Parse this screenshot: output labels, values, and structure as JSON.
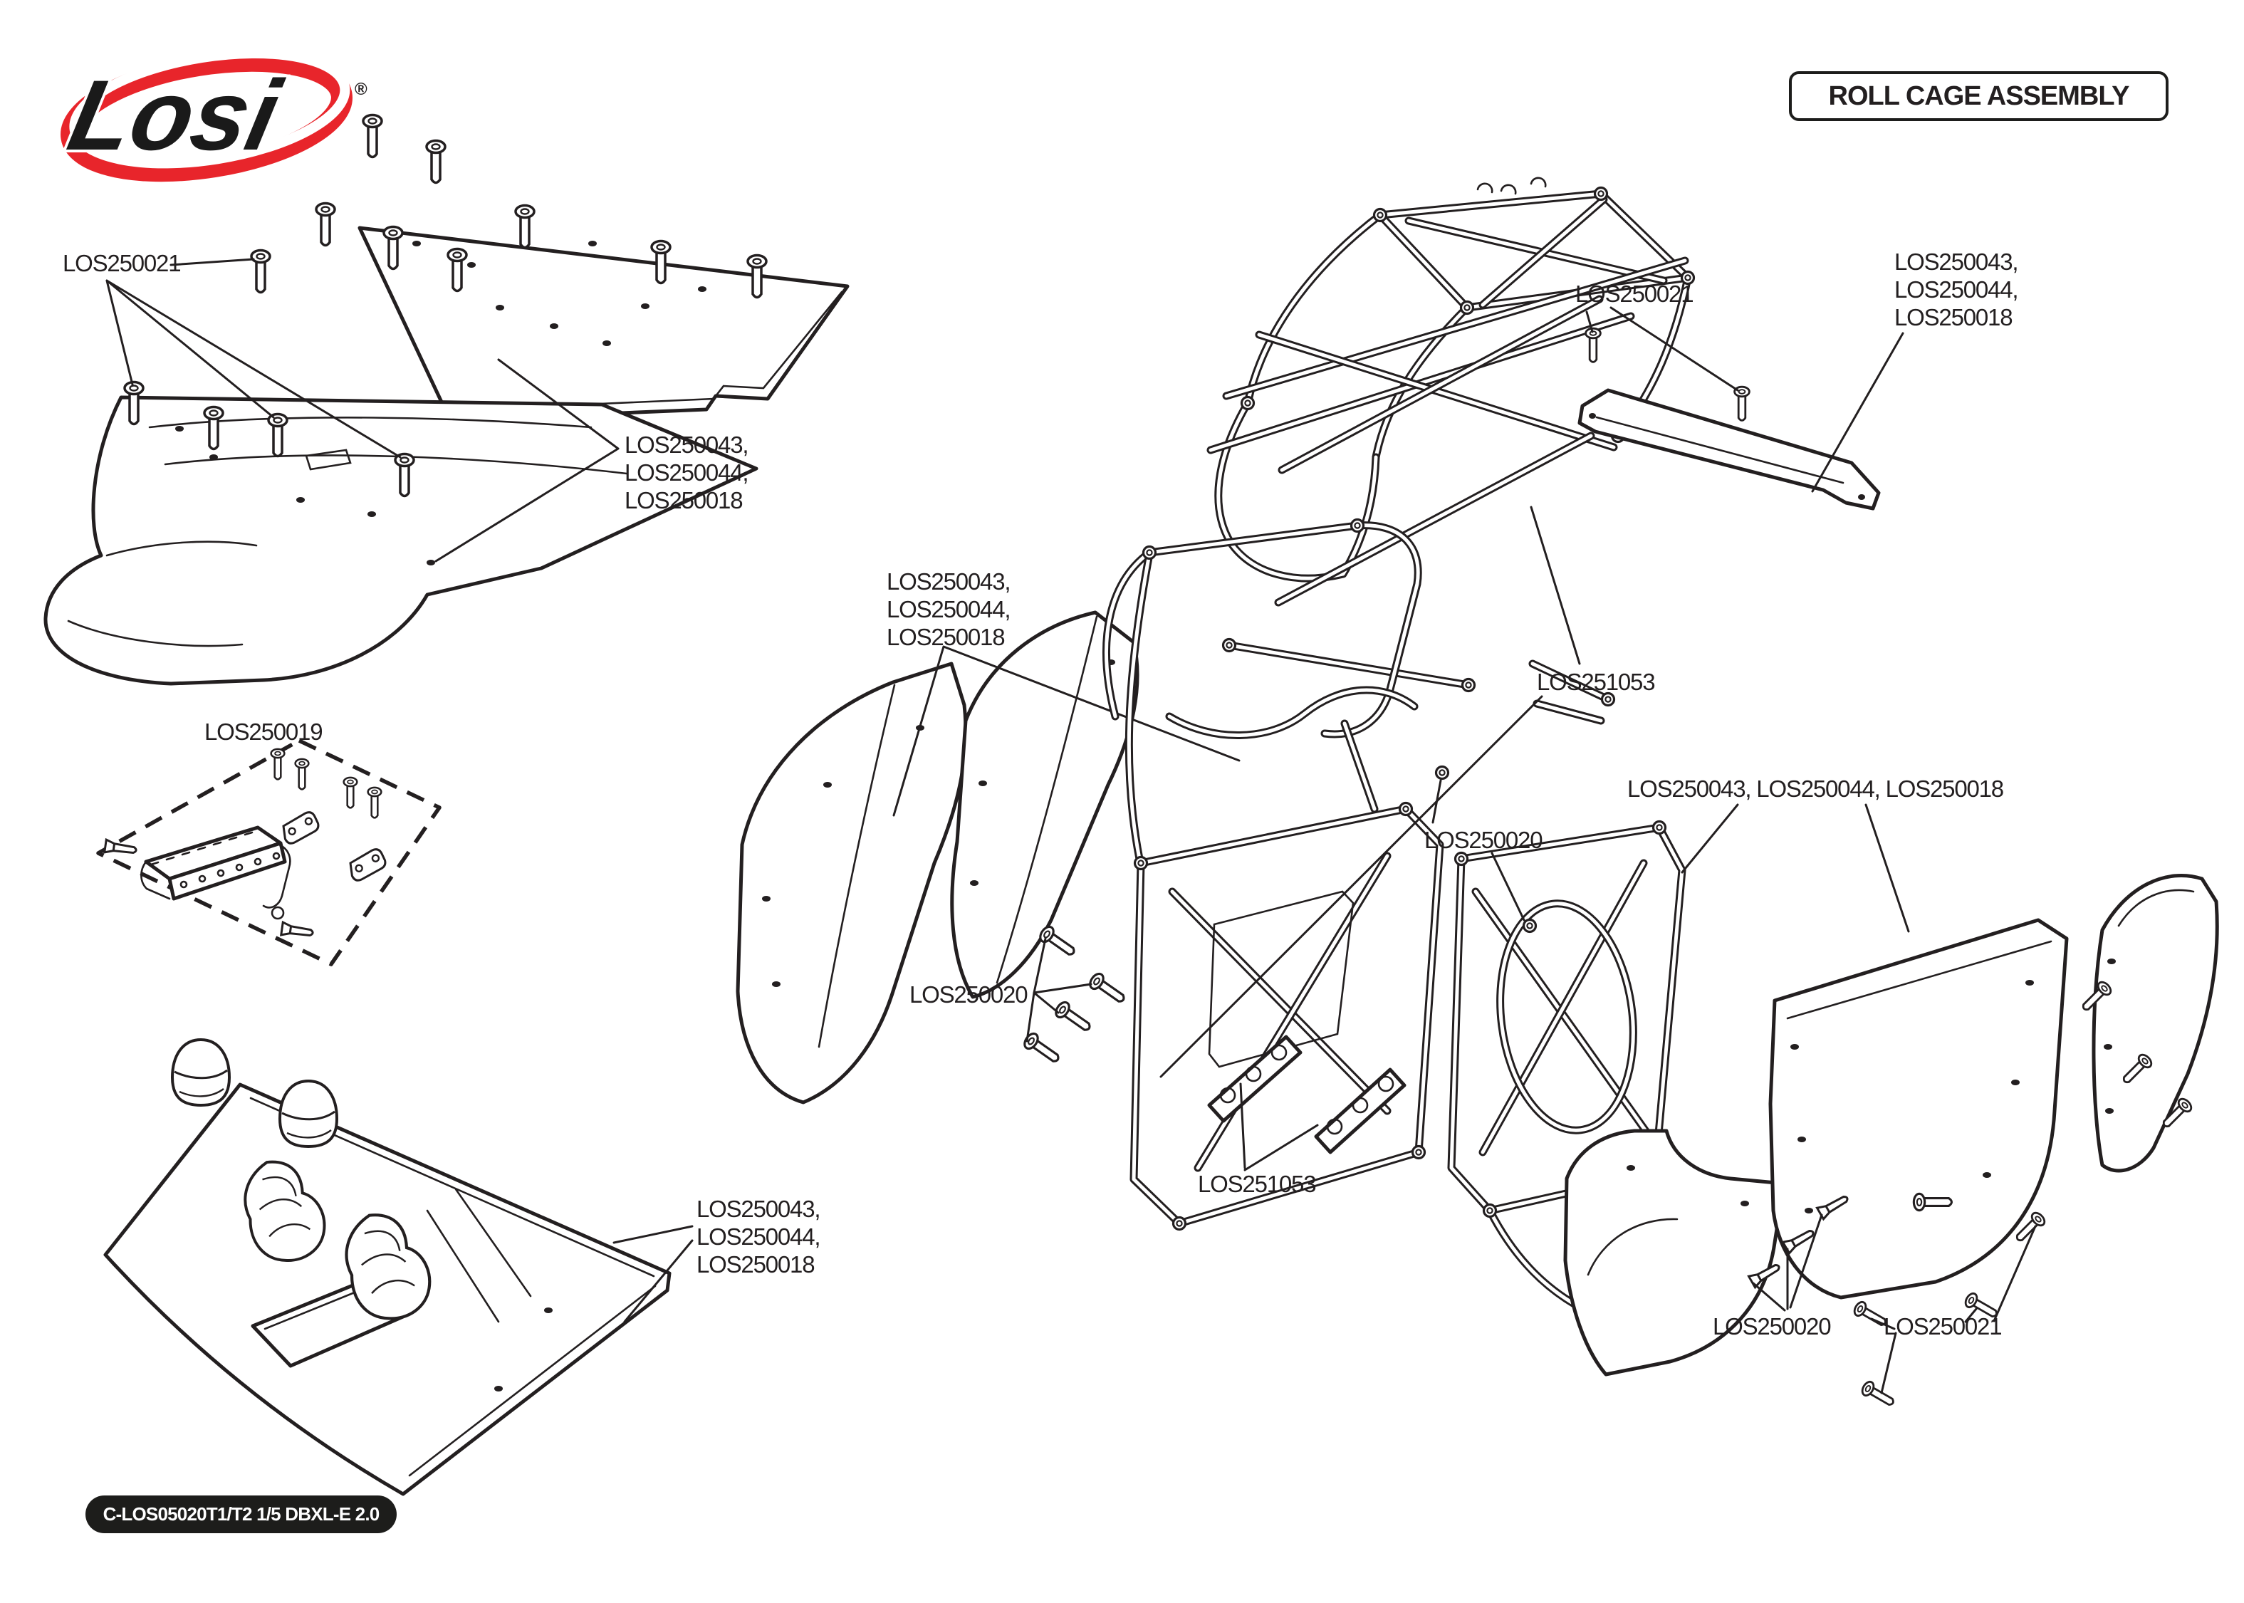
{
  "logo": {
    "brand": "Losi",
    "registered": "®"
  },
  "title": "ROLL CAGE ASSEMBLY",
  "footer": "C-LOS05020T1/T2 1/5 DBXL-E 2.0",
  "colors": {
    "ink": "#231f20",
    "brand_red": "#e8252b"
  },
  "labels": [
    {
      "id": "top-left-screws",
      "text": "LOS250021"
    },
    {
      "id": "left-panel-set",
      "text": "LOS250043,\nLOS250044,\nLOS250018"
    },
    {
      "id": "light-bar-kit",
      "text": "LOS250019"
    },
    {
      "id": "interior-set",
      "text": "LOS250043,\nLOS250044,\nLOS250018"
    },
    {
      "id": "center-panel-set",
      "text": "LOS250043,\nLOS250044,\nLOS250018"
    },
    {
      "id": "cage-rail-top",
      "text": "LOS251053"
    },
    {
      "id": "center-screws",
      "text": "LOS250020"
    },
    {
      "id": "right-panel-set",
      "text": "LOS250043, LOS250044, LOS250018"
    },
    {
      "id": "mid-screws",
      "text": "LOS250020"
    },
    {
      "id": "cage-rail-bottom",
      "text": "LOS251053"
    },
    {
      "id": "rear-plate-screws",
      "text": "LOS250021"
    },
    {
      "id": "rear-plate-set",
      "text": "LOS250043,\nLOS250044,\nLOS250018"
    },
    {
      "id": "bottom-right-screws-a",
      "text": "LOS250020"
    },
    {
      "id": "bottom-right-screws-b",
      "text": "LOS250021"
    }
  ]
}
